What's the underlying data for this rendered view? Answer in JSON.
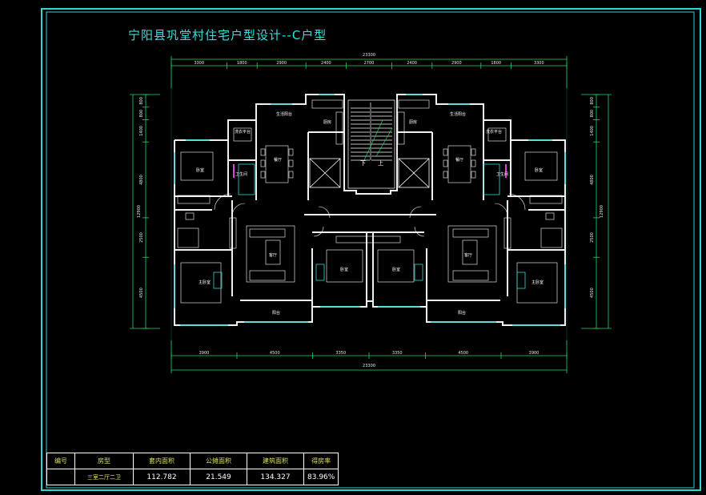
{
  "title": "宁阳县巩堂村住宅户型设计--C户型",
  "dims_top_total": "23300",
  "dims_top": [
    "3300",
    "1800",
    "2900",
    "2400",
    "2700",
    "2400",
    "2900",
    "1800",
    "3300"
  ],
  "dims_bottom": [
    "3900",
    "4500",
    "3350",
    "3350",
    "4500",
    "3900"
  ],
  "dims_bottom_total": "23300",
  "dims_left": [
    "800",
    "800",
    "1400",
    "4800",
    "2500",
    "4500"
  ],
  "dims_left_total": "12900",
  "dims_right": [
    "800",
    "800",
    "1400",
    "4800",
    "2500",
    "4500"
  ],
  "dims_right_total": "12900",
  "rooms": {
    "balcony_left": "生活阳台",
    "balcony_right": "生活阳台",
    "kitchen_left": "厨房",
    "kitchen_right": "厨房",
    "laundry_left": "洗衣平台",
    "laundry_right": "洗衣平台",
    "dining_left": "餐厅",
    "dining_right": "餐厅",
    "bath_left": "卫生间",
    "bath_right": "卫生间",
    "bedroom_left": "卧室",
    "bedroom_right": "卧室",
    "living_left": "客厅",
    "living_right": "客厅",
    "master_left": "主卧室",
    "master_right": "主卧室",
    "study_left": "卧室",
    "study_right": "卧室",
    "terrace_left": "阳台",
    "terrace_right": "阳台",
    "stair_down": "下",
    "stair_up": "上"
  },
  "table": {
    "headers": [
      "编号",
      "房型",
      "套内面积",
      "公摊面积",
      "建筑面积",
      "得房率"
    ],
    "values": [
      "",
      "三室二厅二卫",
      "112.782",
      "21.549",
      "134.327",
      "83.96%"
    ]
  }
}
